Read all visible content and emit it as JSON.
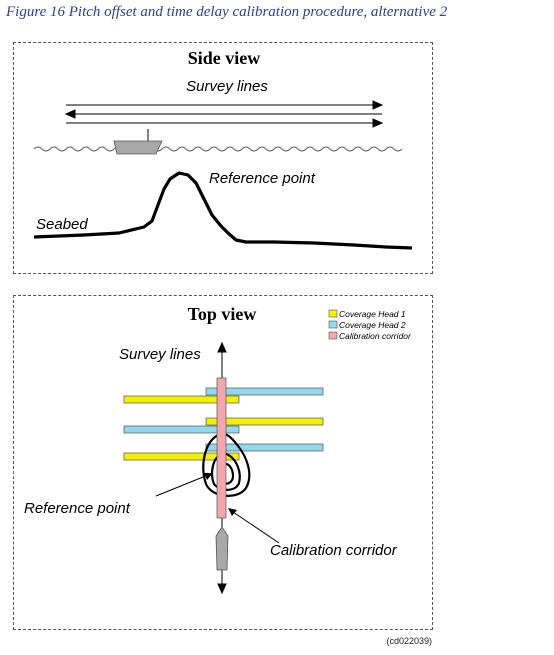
{
  "figure": {
    "title": "Figure 16    Pitch offset and time delay calibration procedure, alternative 2",
    "credit": "(cd022039)"
  },
  "side_view": {
    "heading": "Side view",
    "survey_lines_label": "Survey lines",
    "reference_point_label": "Reference point",
    "seabed_label": "Seabed"
  },
  "top_view": {
    "heading": "Top view",
    "survey_lines_label": "Survey lines",
    "reference_point_label": "Reference point",
    "calibration_corridor_label": "Calibration corridor",
    "legend": [
      {
        "label": "Coverage Head 1",
        "color": "#f5f000"
      },
      {
        "label": "Coverage Head 2",
        "color": "#8fd8f0"
      },
      {
        "label": "Calibration corridor",
        "color": "#f2a7ad"
      }
    ]
  },
  "colors": {
    "title_blue": "#2e3f8f",
    "vessel_gray": "#a8a8a8"
  }
}
